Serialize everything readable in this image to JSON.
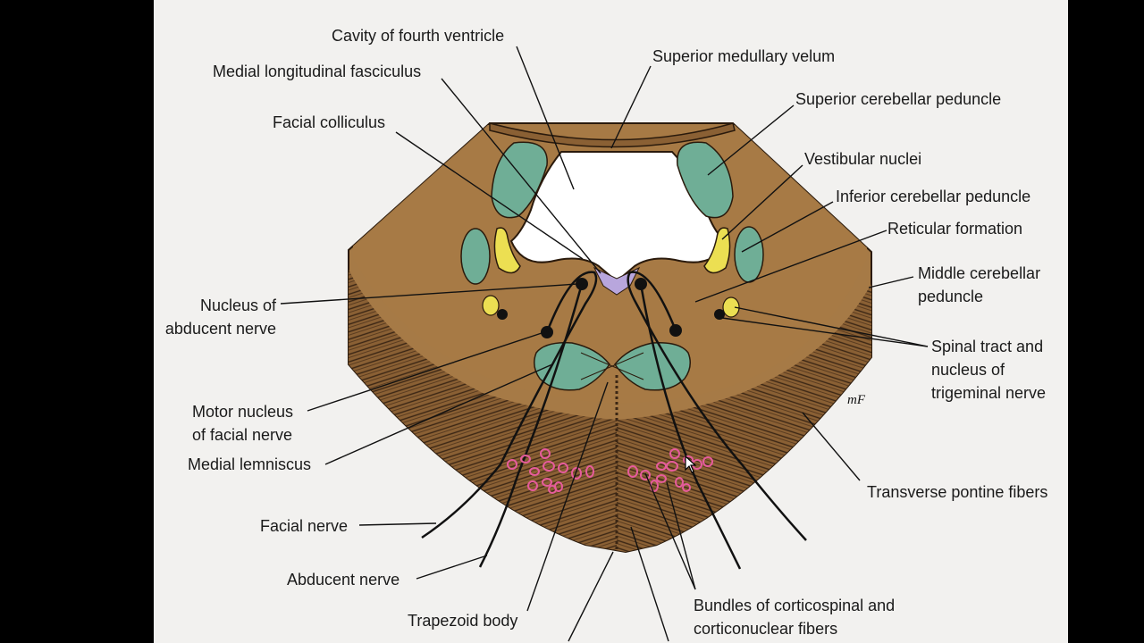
{
  "figure": {
    "signature": "mF",
    "labels": {
      "cavity_fourth_ventricle": "Cavity of fourth ventricle",
      "medial_longitudinal_fasciculus": "Medial longitudinal fasciculus",
      "superior_medullary_velum": "Superior medullary velum",
      "superior_cerebellar_peduncle": "Superior cerebellar peduncle",
      "facial_colliculus": "Facial colliculus",
      "vestibular_nuclei": "Vestibular nuclei",
      "inferior_cerebellar_peduncle": "Inferior cerebellar peduncle",
      "reticular_formation": "Reticular formation",
      "middle_cerebellar_peduncle": [
        "Middle cerebellar",
        "peduncle"
      ],
      "nucleus_abducent": [
        "Nucleus of",
        "abducent nerve"
      ],
      "spinal_tract_trigeminal": [
        "Spinal tract and",
        "nucleus of",
        "trigeminal nerve"
      ],
      "motor_nucleus_facial": [
        "Motor nucleus",
        "of facial nerve"
      ],
      "medial_lemniscus": "Medial lemniscus",
      "transverse_pontine_fibers": "Transverse pontine fibers",
      "facial_nerve": "Facial nerve",
      "abducent_nerve": "Abducent nerve",
      "trapezoid_body": "Trapezoid body",
      "corticospinal_bundles": [
        "Bundles of corticospinal and",
        "corticonuclear fibers"
      ]
    },
    "colors": {
      "tissue": "#a67a46",
      "tissue_dark": "#6e4a26",
      "peduncle_green": "#6fae96",
      "nucleus_yellow": "#ecdf52",
      "floor_purple": "#b8a6dd",
      "corticospinal_pink": "#e65c9c",
      "ventricle": "#ffffff"
    }
  }
}
